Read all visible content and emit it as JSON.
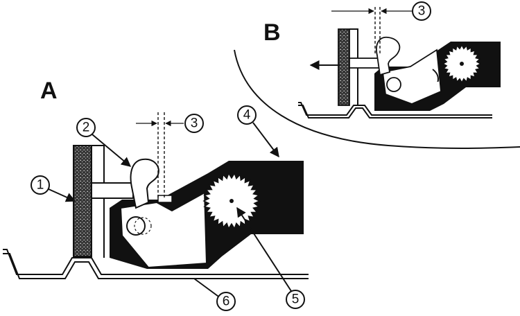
{
  "panels": {
    "a": {
      "letter": "A"
    },
    "b": {
      "letter": "B"
    }
  },
  "callouts": {
    "c1": "1",
    "c2": "2",
    "c3a": "3",
    "c3b": "3",
    "c4": "4",
    "c5": "5",
    "c6": "6"
  },
  "colors": {
    "ink": "#111111",
    "paper": "#ffffff"
  }
}
